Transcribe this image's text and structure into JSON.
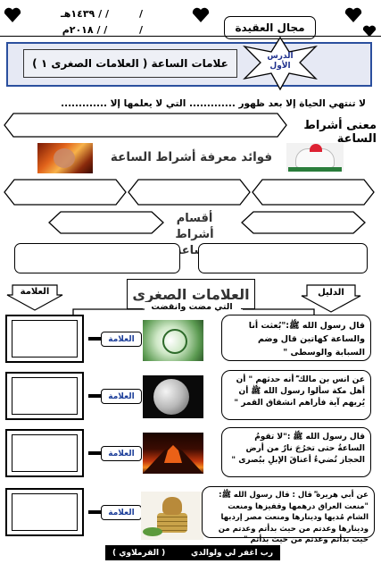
{
  "header": {
    "hijri_date": "/ / ١٤٣٩هـ",
    "gregorian_date": "/ / ٢٠١٨م",
    "subject_label": "مجال العقيدة",
    "lesson_number": "الدرس الأول",
    "lesson_title": "علامات الساعة ( العلامات الصغرى ١ )",
    "icons": [
      "heart-icon",
      "heart-icon",
      "heart-icon",
      "heart-icon"
    ]
  },
  "intro": {
    "sentence": "لا تنتهي الحياة إلا بعد ظهور ............. التي لا يعلمها إلا .............",
    "meaning_label": "معنى  أشراط الساعة",
    "benefits_title": "فوائد معرفة أشراط الساعة"
  },
  "sections": {
    "divisions_title": "أقسام أشراط الساعة",
    "minor_signs_title": "العلامات الصغرى",
    "minor_signs_subtitle": "التي مضت وانقضت",
    "sign_label": "العلامة",
    "evidence_label": "الدليل"
  },
  "rows": [
    {
      "hadith": "قال رسول الله ﷺ:\"بُعثت أنا والساعة كهاتين قال وضم السبابة والوسطى \"",
      "sign_tag": "العلامة",
      "image": "calligraphy-image"
    },
    {
      "hadith": "عن انس بن مالك ؓ أنه حدثهم \" أن أهل مكة سألوا رسول الله ﷺ أن يُريهم آية فأراهم انشقاق القمر \"",
      "sign_tag": "العلامة",
      "image": "moon-image"
    },
    {
      "hadith": "قال رسول الله ﷺ :\"لا تقومُ الساعةُ حتى تخرُجَ نارٌ من أرض الحجاز تُضيءُ أعناقَ الإبلِ ببُصرى \"",
      "sign_tag": "العلامة",
      "image": "volcano-image"
    },
    {
      "hadith": "عن أبي هريرة ؓ قال : قال رسول الله ﷺ: \"منعت العراق درهمها وقفيزها ومنعت الشام مُديها ودينارها ومنعت مصر إردبها ودينارها وعدتم من حيث بدأتم وعدتم من حيث بدأتم وعدتم من حيث بدأتم \"",
      "sign_tag": "العلامة",
      "image": "coins-image"
    }
  ],
  "footer": {
    "prayer": "رب اغفر لي ولوالدي",
    "author": "( القرملاوي )"
  },
  "colors": {
    "title_blue": "#1f3a8a",
    "lesson_blue": "#1c2e8c",
    "frame_blue": "#2b4f9e",
    "tag_blue": "#1d3f9a"
  }
}
